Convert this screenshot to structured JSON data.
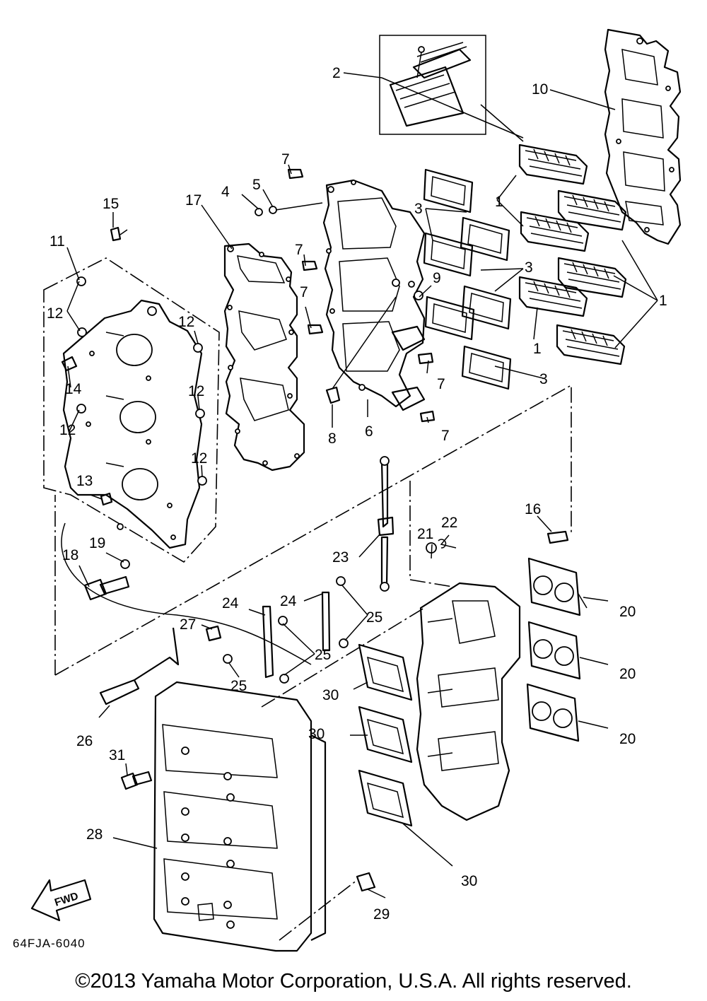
{
  "diagram": {
    "drawing_code": "64FJA-6040",
    "fwd_label": "FWD",
    "callouts": [
      "1",
      "2",
      "3",
      "4",
      "5",
      "6",
      "7",
      "8",
      "9",
      "10",
      "11",
      "12",
      "13",
      "14",
      "15",
      "16",
      "17",
      "18",
      "19",
      "20",
      "21",
      "22",
      "23",
      "24",
      "25",
      "26",
      "27",
      "28",
      "29",
      "30",
      "31"
    ]
  },
  "footer": {
    "copyright": "©2013 Yamaha Motor Corporation, U.S.A. All rights reserved."
  }
}
